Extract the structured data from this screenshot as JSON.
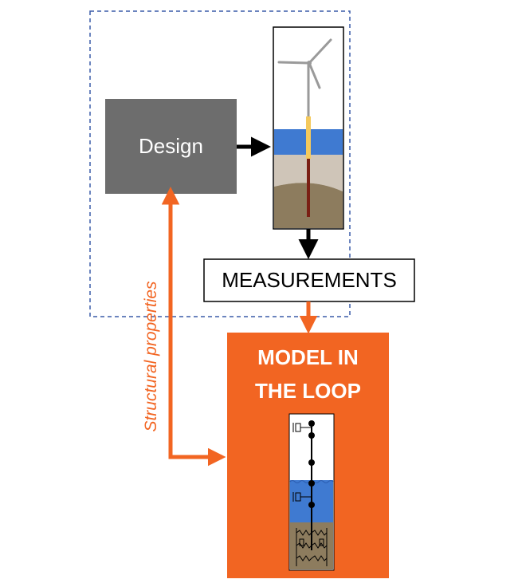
{
  "diagram": {
    "design_label": "Design",
    "measurements_label": "MEASUREMENTS",
    "model_title_line1": "MODEL IN",
    "model_title_line2": "THE LOOP",
    "structural_label": "Structural properties"
  },
  "colors": {
    "design_fill": "#6d6d6d",
    "orange": "#f26522",
    "boundary_dash": "#3a5ca8",
    "water": "#3f7ad1",
    "seabed_top": "#cfc5b8",
    "seabed_bottom": "#8d7c5e"
  }
}
